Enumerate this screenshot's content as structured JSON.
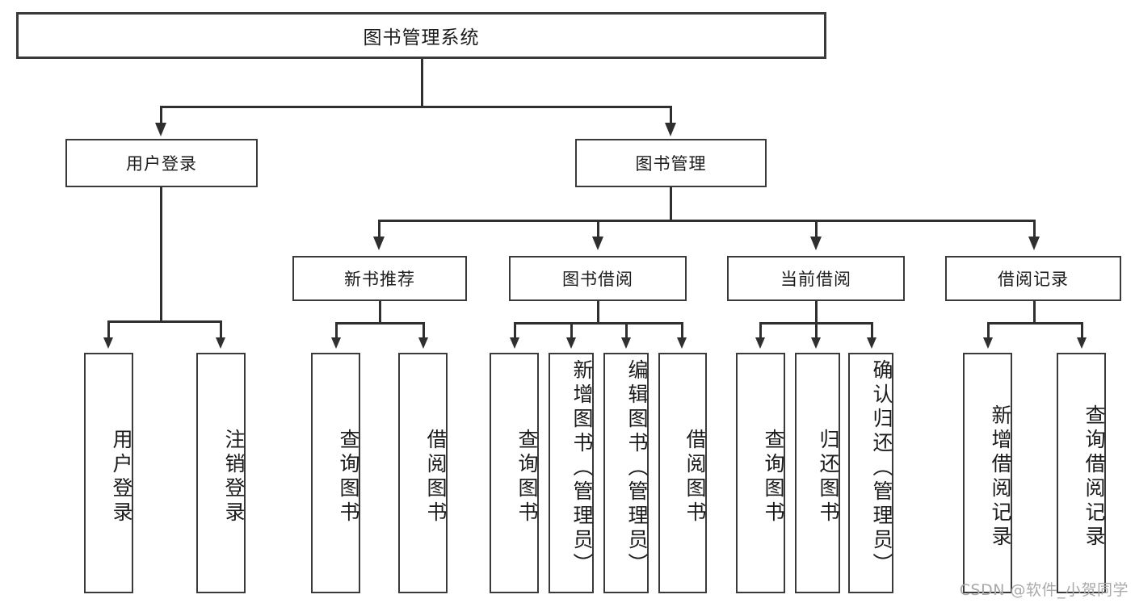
{
  "diagram": {
    "type": "tree",
    "title": "图书管理系统",
    "root": {
      "label": "图书管理系统"
    },
    "level2": [
      {
        "label": "用户登录"
      },
      {
        "label": "图书管理"
      }
    ],
    "level3": [
      {
        "label": "新书推荐"
      },
      {
        "label": "图书借阅"
      },
      {
        "label": "当前借阅"
      },
      {
        "label": "借阅记录"
      }
    ],
    "leaves": {
      "user_login": [
        {
          "label": "用户登录"
        },
        {
          "label": "注销登录"
        }
      ],
      "new_book_recommend": [
        {
          "label": "查询图书"
        },
        {
          "label": "借阅图书"
        }
      ],
      "book_borrow": [
        {
          "label": "查询图书"
        },
        {
          "label": "新增图书（管理员）"
        },
        {
          "label": "编辑图书（管理员）"
        },
        {
          "label": "借阅图书"
        }
      ],
      "current_borrow": [
        {
          "label": "查询图书"
        },
        {
          "label": "归还图书"
        },
        {
          "label": "确认归还（管理员）"
        }
      ],
      "borrow_record": [
        {
          "label": "新增借阅记录"
        },
        {
          "label": "查询借阅记录"
        }
      ]
    },
    "colors": {
      "border": "#3a3a3a",
      "connector": "#2f2f2f",
      "text": "#1b1b1b",
      "background": "#ffffff",
      "watermark": "#a9a9a9"
    }
  },
  "watermark": {
    "text": "CSDN @软件_小贺同学"
  }
}
